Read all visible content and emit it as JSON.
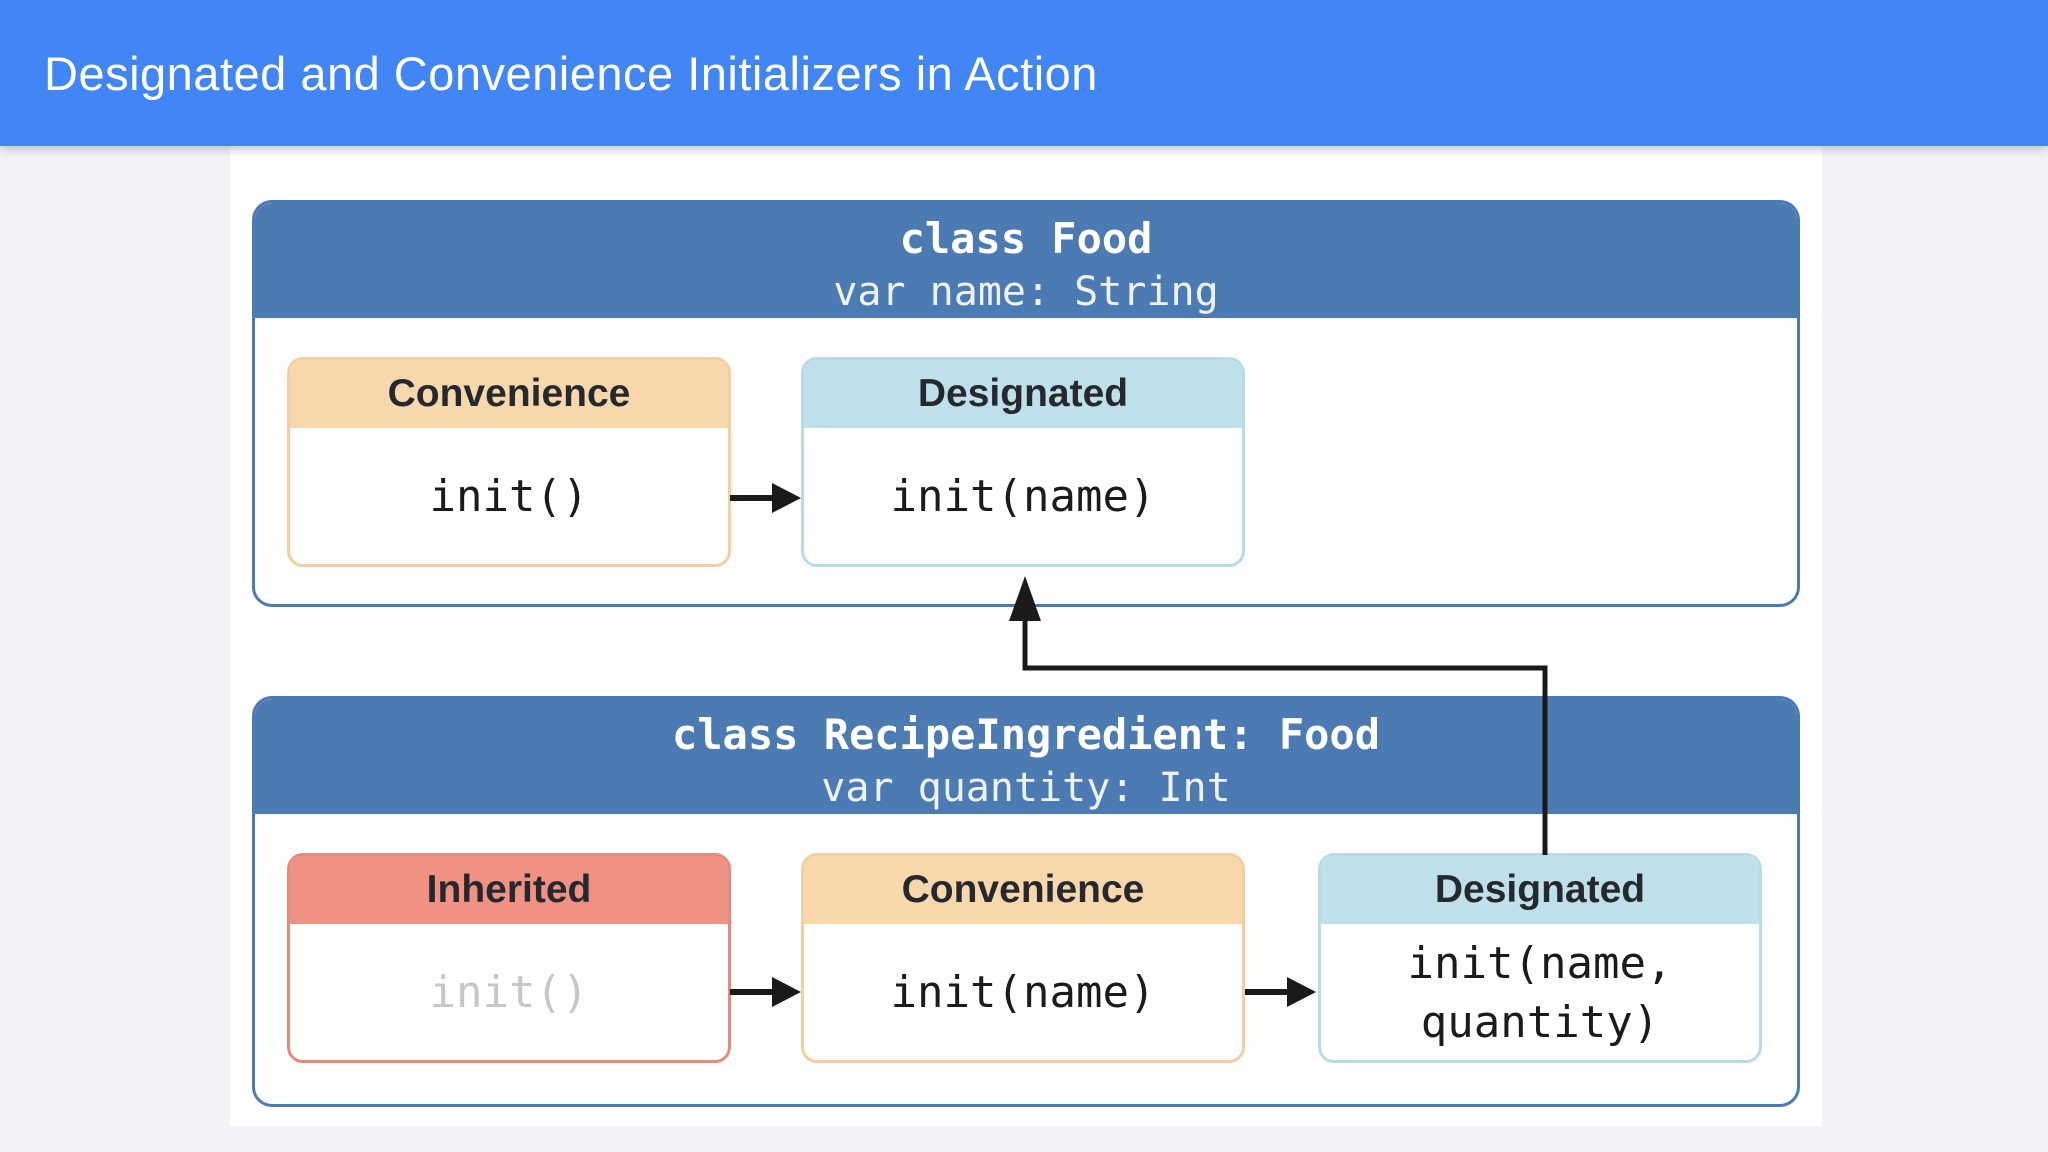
{
  "title_bar": {
    "title": "Designated and Convenience Initializers in Action"
  },
  "slide": {
    "classes": [
      {
        "title": "class Food",
        "subtitle": "var name: String",
        "initializers": [
          {
            "kind": "Convenience",
            "signature": "init()"
          },
          {
            "kind": "Designated",
            "signature": "init(name)"
          }
        ]
      },
      {
        "title": "class RecipeIngredient: Food",
        "subtitle": "var quantity: Int",
        "initializers": [
          {
            "kind": "Inherited",
            "signature": "init()"
          },
          {
            "kind": "Convenience",
            "signature": "init(name)"
          },
          {
            "kind": "Designated",
            "signature": "init(name, quantity)"
          }
        ]
      }
    ],
    "relations": [
      {
        "from": "Food.Convenience init()",
        "to": "Food.Designated init(name)",
        "type": "delegates-across"
      },
      {
        "from": "RecipeIngredient.Inherited init()",
        "to": "RecipeIngredient.Convenience init(name)",
        "type": "delegates-across"
      },
      {
        "from": "RecipeIngredient.Convenience init(name)",
        "to": "RecipeIngredient.Designated init(name, quantity)",
        "type": "delegates-across"
      },
      {
        "from": "RecipeIngredient.Designated init(name, quantity)",
        "to": "Food.Designated init(name)",
        "type": "delegates-up"
      }
    ]
  },
  "colors": {
    "title_bar": "#4285f4",
    "class_header": "#4c7bb4",
    "convenience_header": "#f7d7ab",
    "designated_header": "#bee0eb",
    "inherited_header": "#ef9183",
    "arrow": "#1a1a1a",
    "muted_text": "#c6c6cb",
    "slide_background": "#fefefe",
    "page_background": "#f2f3f6"
  }
}
